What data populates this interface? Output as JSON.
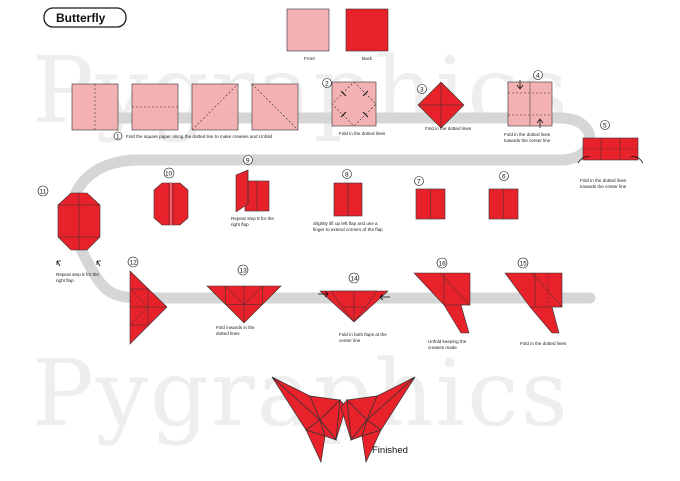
{
  "title": "Butterfly",
  "watermark": "Pygraphics",
  "colors": {
    "front": "#f3b1b3",
    "back": "#e8222a",
    "path": "#d6d6d6",
    "line": "#1a1a1a"
  },
  "legend": {
    "front": "Front",
    "back": "Back"
  },
  "steps": [
    {
      "n": "1",
      "l1": "Fold the square paper along the dotted line to make creases and Unfold",
      "l2": ""
    },
    {
      "n": "2",
      "l1": "Fold in the dotted lines",
      "l2": ""
    },
    {
      "n": "3",
      "l1": "Fold in the dotted lines",
      "l2": ""
    },
    {
      "n": "4",
      "l1": "Fold in the dotted lines",
      "l2": "towards the center line"
    },
    {
      "n": "5",
      "l1": "Fold in the dotted lines",
      "l2": "towards the center line"
    },
    {
      "n": "6",
      "l1": "",
      "l2": ""
    },
    {
      "n": "7",
      "l1": "",
      "l2": ""
    },
    {
      "n": "8",
      "l1": "Slightly lift up left flap and use a",
      "l2": "finger to extend corners of the flap"
    },
    {
      "n": "9",
      "l1": "Repeat step 8 for the",
      "l2": "right flap"
    },
    {
      "n": "10",
      "l1": "",
      "l2": ""
    },
    {
      "n": "11",
      "l1": "Repeat step 8 for the",
      "l2": "right flap"
    },
    {
      "n": "12",
      "l1": "",
      "l2": ""
    },
    {
      "n": "13",
      "l1": "Fold inwards in the",
      "l2": "dotted lines"
    },
    {
      "n": "14",
      "l1": "Fold in both flaps at the",
      "l2": "center line"
    },
    {
      "n": "15",
      "l1": "Unfold keeping the",
      "l2": "creases made"
    },
    {
      "n": "16",
      "l1": "Fold in the dotted lines",
      "l2": ""
    }
  ],
  "finished": "Finished"
}
